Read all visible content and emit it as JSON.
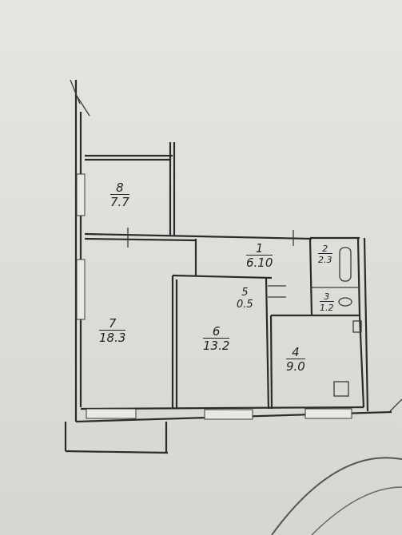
{
  "rooms": [
    {
      "id": "8",
      "number": "8",
      "area": "7.7"
    },
    {
      "id": "1",
      "number": "1",
      "area": "6.10"
    },
    {
      "id": "2",
      "number": "2",
      "area": "2.3"
    },
    {
      "id": "3",
      "number": "3",
      "area": "1.2"
    },
    {
      "id": "5",
      "number": "5",
      "area": "0.5"
    },
    {
      "id": "7",
      "number": "7",
      "area": "18.3"
    },
    {
      "id": "6",
      "number": "6",
      "area": "13.2"
    },
    {
      "id": "4",
      "number": "4",
      "area": "9.0"
    }
  ],
  "colors": {
    "paper": "#dedfda",
    "ink": "#2b2b2b"
  }
}
